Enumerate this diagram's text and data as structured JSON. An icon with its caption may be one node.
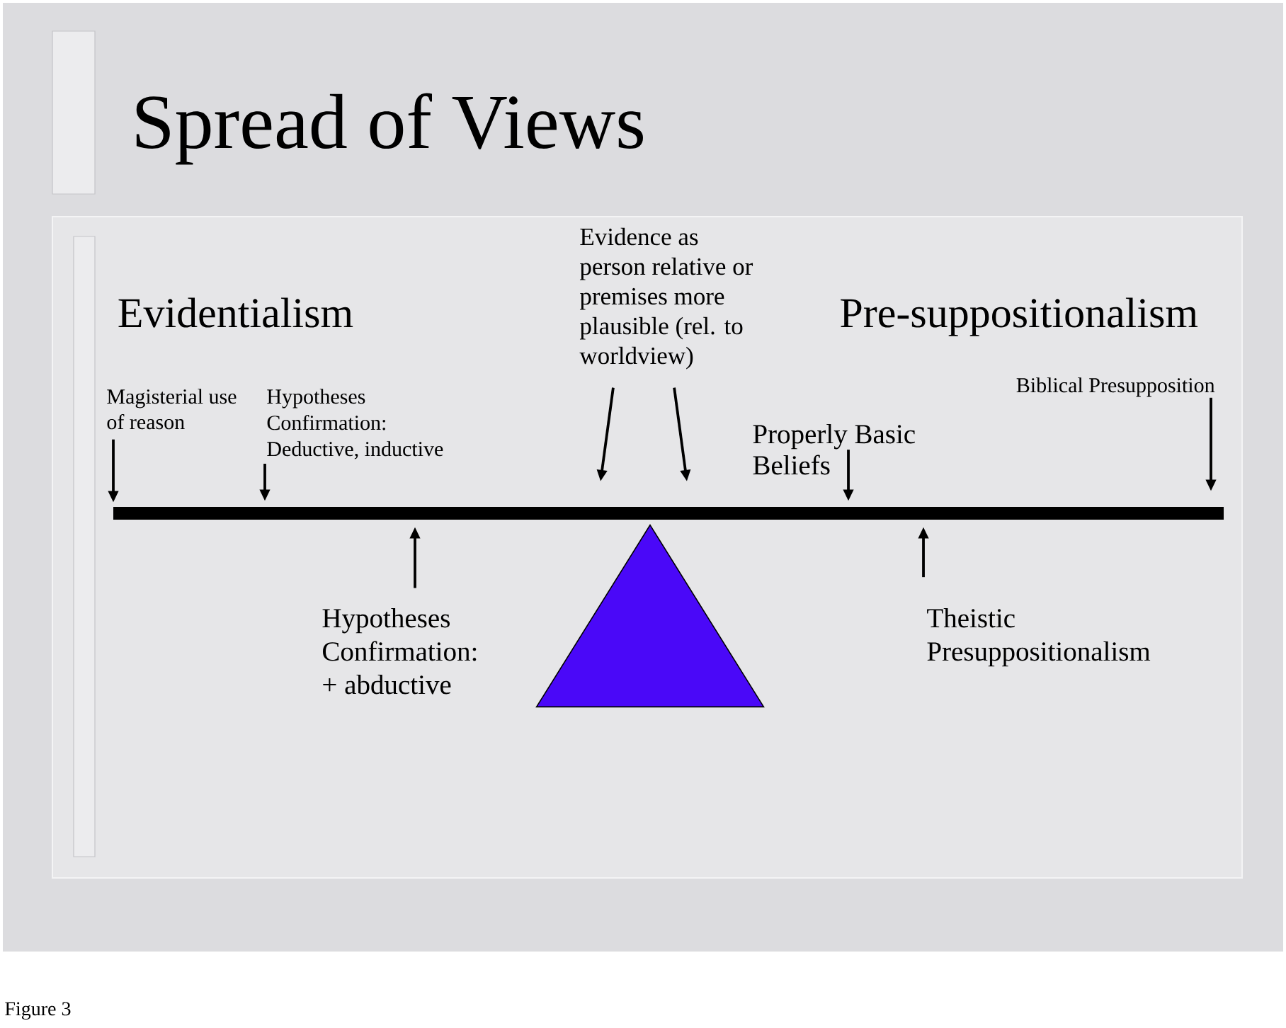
{
  "diagram": {
    "title": "Spread of Views",
    "caption": "Figure 3",
    "nodes": [
      {
        "text": [
          "Evidence as person relative or premises more plausible (rel. to worldview)"
        ]
      },
      {
        "text": [
          "Magisterial use of reason"
        ]
      },
      {
        "text": [
          "Hypotheses Confirmation: Deductive, inductive"
        ]
      },
      {
        "text": [
          "Biblical Presupposition"
        ]
      },
      {
        "text": [
          "Properly Basic Beliefs"
        ]
      },
      {
        "text": [],
        "shape": "bar"
      },
      {
        "text": [
          "Hypotheses Confirmation: + abductive"
        ]
      },
      {
        "text": [],
        "shape": "triangle"
      },
      {
        "text": [
          "Theistic Presuppositionalism"
        ]
      }
    ],
    "edges": [
      {
        "from": 1,
        "to": 5,
        "arrow": "to"
      },
      {
        "from": 2,
        "to": 5,
        "arrow": "to"
      },
      {
        "from": 0,
        "to": 5,
        "arrow": "to"
      },
      {
        "from": 0,
        "to": 5,
        "arrow": "to"
      },
      {
        "from": 4,
        "to": 5,
        "arrow": "to"
      },
      {
        "from": 3,
        "to": 5,
        "arrow": "to"
      },
      {
        "from": 6,
        "to": 5,
        "arrow": "to"
      },
      {
        "from": 8,
        "to": 5,
        "arrow": "to"
      }
    ],
    "labels": [
      "Evidentialism",
      "Pre-suppositionalism"
    ]
  }
}
